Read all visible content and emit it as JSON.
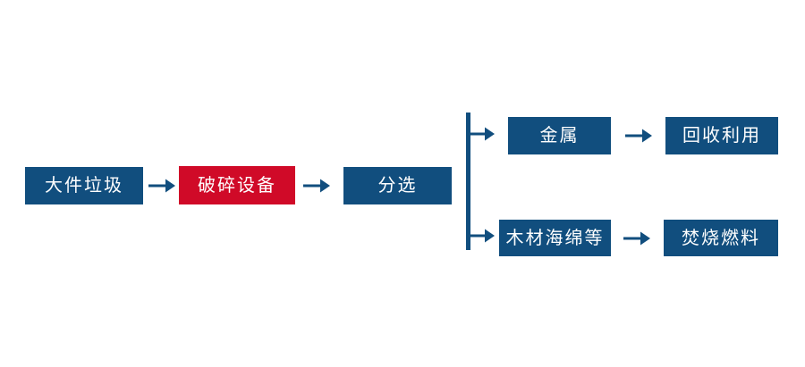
{
  "diagram": {
    "title": "",
    "colors": {
      "primary_blue": "#114e7e",
      "highlight_red": "#d00a28",
      "node_text": "#ffffff",
      "background": "#ffffff"
    },
    "nodes": [
      {
        "id": "bulky",
        "label": "大件垃圾",
        "style": "blue"
      },
      {
        "id": "crusher",
        "label": "破碎设备",
        "style": "red"
      },
      {
        "id": "sorting",
        "label": "分选",
        "style": "blue"
      },
      {
        "id": "metal",
        "label": "金属",
        "style": "blue"
      },
      {
        "id": "recycle",
        "label": "回收利用",
        "style": "blue"
      },
      {
        "id": "wood",
        "label": "木材海绵等",
        "style": "blue"
      },
      {
        "id": "fuel",
        "label": "焚烧燃料",
        "style": "blue"
      }
    ],
    "connectors": [
      {
        "id": "bulky-crusher",
        "glyph": "→",
        "from": "bulky",
        "to": "crusher"
      },
      {
        "id": "crusher-sorting",
        "glyph": "→",
        "from": "crusher",
        "to": "sorting"
      },
      {
        "id": "sorting-branch",
        "glyph": "⊢",
        "from": "sorting",
        "to": "metal,wood"
      },
      {
        "id": "metal-recycle",
        "glyph": "→",
        "from": "metal",
        "to": "recycle"
      },
      {
        "id": "wood-fuel",
        "glyph": "→",
        "from": "wood",
        "to": "fuel"
      }
    ]
  }
}
